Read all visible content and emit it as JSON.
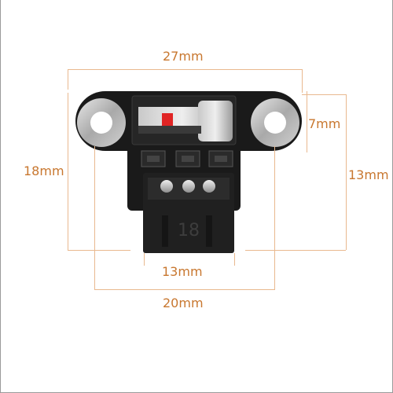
{
  "dimensions": {
    "top_width": "27mm",
    "hole_height": "7mm",
    "right_height": "13mm",
    "left_height": "18mm",
    "connector_width": "13mm",
    "hole_spacing": "20mm"
  },
  "connector": {
    "marking": "18"
  },
  "colors": {
    "dimension_text": "#c8772f",
    "dimension_line": "#e9b98f",
    "pcb": "#161616",
    "switch_lever": "#b8b8b8",
    "switch_indicator": "#e02424"
  }
}
